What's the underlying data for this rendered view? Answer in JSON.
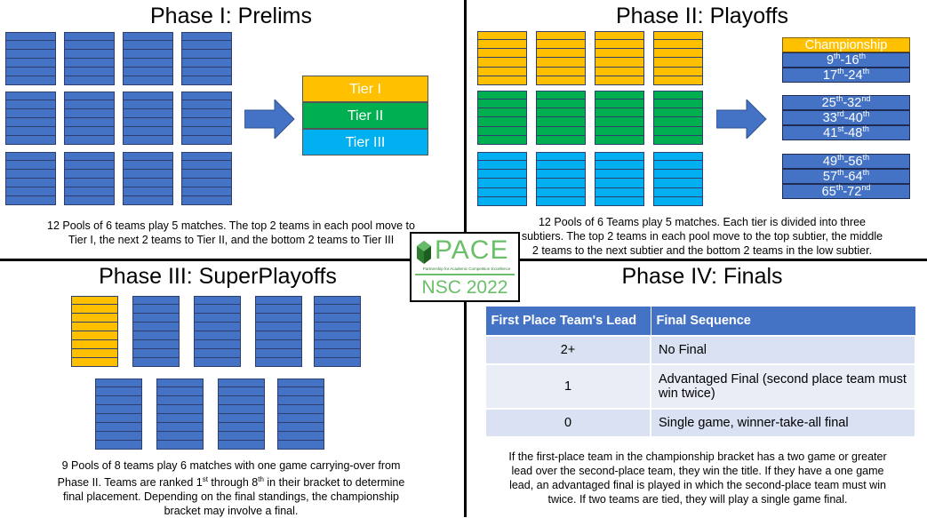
{
  "colors": {
    "blue": "#4472c4",
    "gold": "#ffc000",
    "green": "#00b050",
    "cyan": "#00b0f0"
  },
  "phase1": {
    "title": "Phase I: Prelims",
    "tiers": [
      "Tier I",
      "Tier II",
      "Tier III"
    ],
    "desc_l1": "12 Pools of 6 teams play 5 matches. The top 2 teams in each pool move to",
    "desc_l2": "Tier I, the next 2 teams to Tier II, and the bottom 2 teams to Tier III"
  },
  "phase2": {
    "title": "Phase II: Playoffs",
    "championship": "Championship",
    "subtiers": [
      {
        "a": "9",
        "as": "th",
        "b": "16",
        "bs": "th"
      },
      {
        "a": "17",
        "as": "th",
        "b": "24",
        "bs": "th"
      },
      {
        "a": "25",
        "as": "th",
        "b": "32",
        "bs": "nd"
      },
      {
        "a": "33",
        "as": "rd",
        "b": "40",
        "bs": "th"
      },
      {
        "a": "41",
        "as": "st",
        "b": "48",
        "bs": "th"
      },
      {
        "a": "49",
        "as": "th",
        "b": "56",
        "bs": "th"
      },
      {
        "a": "57",
        "as": "th",
        "b": "64",
        "bs": "th"
      },
      {
        "a": "65",
        "as": "th",
        "b": "72",
        "bs": "nd"
      }
    ],
    "desc_l1": "12 Pools of 6 Teams play 5 matches. Each tier is divided into three",
    "desc_l2": "subtiers. The top 2 teams in each pool move to the top subtier, the middle",
    "desc_l3": "2 teams to the next subtier and the bottom 2 teams in the low subtier."
  },
  "phase3": {
    "title": "Phase III: SuperPlayoffs",
    "desc_l1": "9 Pools of 8 teams play 6 matches with one game carrying-over from",
    "desc_l2a": "Phase II. Teams are ranked 1",
    "desc_sup1": "st",
    "desc_l2b": " through 8",
    "desc_sup2": "th",
    "desc_l2c": " in their bracket to determine",
    "desc_l3": "final placement. Depending on the final standings, the championship",
    "desc_l4": "bracket may involve a final."
  },
  "phase4": {
    "title": "Phase IV: Finals",
    "table": {
      "headers": [
        "First Place Team's Lead",
        "Final Sequence"
      ],
      "rows": [
        [
          "2+",
          "No Final"
        ],
        [
          "1",
          "Advantaged Final (second place team must win twice)"
        ],
        [
          "0",
          "Single game, winner-take-all final"
        ]
      ]
    },
    "desc_l1": "If the first-place team in the championship bracket has a two game or greater",
    "desc_l2": "lead over the second-place team, they win the title. If they have a one game",
    "desc_l3": "lead, an advantaged final is played in which the second-place team must win",
    "desc_l4": "twice. If two teams are tied, they will play a single game final."
  },
  "logo": {
    "name": "PACE",
    "tagline": "Partnership for Academic Competition Excellence",
    "event": "NSC 2022"
  }
}
